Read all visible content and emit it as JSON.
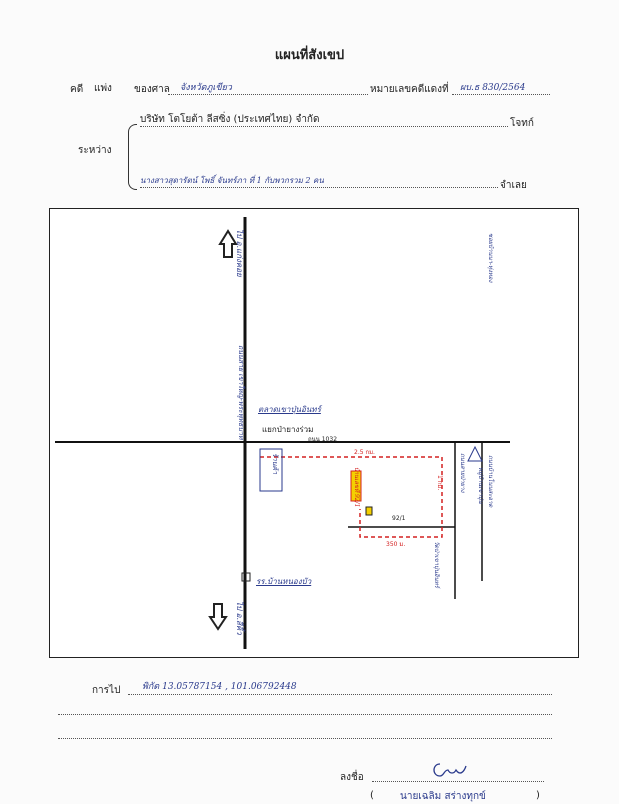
{
  "header": {
    "title": "แผนที่สังเขป",
    "case_label": "คดี",
    "case_type": "แพ่ง",
    "court_label": "ของศาล",
    "court_name": "จังหวัดภูเขียว",
    "red_case_label": "หมายเลขคดีแดงที่",
    "red_case_no": "ผบ.ธ 830/2564",
    "between_label": "ระหว่าง",
    "plaintiff": "บริษัท โตโยต้า ลีสซิ่ง (ประเทศไทย) จำกัด",
    "plaintiff_role": "โจทก์",
    "defendant": "นางสาวสุดารัตน์ โพธิ์ จันทร์ภา ที่ 1 กับพวกรวม 2 คน",
    "defendant_role": "จำเลย"
  },
  "map": {
    "top_label": "ไป อ.แก่งคอย",
    "bottom_label": "ไป อ.สีคิ้ว",
    "main_road": "ถนนสาย เขาใหญ่-พระพุทธบาท",
    "market": "ตลาดเขาปุ่นอินทร์",
    "junction": "แยกป่ายางร่วม",
    "road_no": "ถนน 1032",
    "shop": "ร้านค้า",
    "distance_h": "2.5 กม.",
    "distance_v": "1 กม.",
    "distance_small": "350 ม.",
    "house_label": "บ้านเลขที่ 92/1",
    "house_no": "92/1",
    "school": "รร.บ้านหนองบัว",
    "temple": "วัดป่าเขาปุ่นอินทร์",
    "road_right_1": "ถนนสายป่ายาง",
    "road_right_2": "ถนนบ้านโนนสะอาด",
    "road_right_3": "ซอยบ้านนา-ทุ่งทอง",
    "village_sign": "หมู่บ้านเขาปุ่น"
  },
  "footer": {
    "direction_label": "การไป",
    "coords": "พิกัด 13.05787154 , 101.06792448",
    "sign_label": "ลงชื่อ",
    "signer": "นายเฉลิม  สร่างทุกข์",
    "paren_open": "(",
    "paren_close": ")"
  },
  "colors": {
    "ink": "#2a3a8c",
    "red": "#d42020",
    "highlight": "#f4d000"
  }
}
